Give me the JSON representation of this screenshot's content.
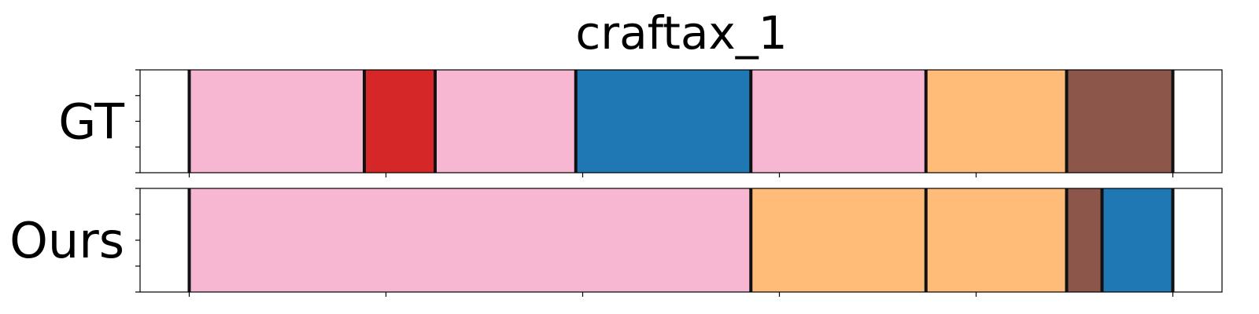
{
  "chart_data": {
    "type": "segmentation-timeline",
    "title": "craftax_1",
    "xlim": [
      0,
      1.1
    ],
    "ylim": [
      0,
      1
    ],
    "boundary_color": "#111111",
    "rows": [
      {
        "label": "GT",
        "segments": [
          {
            "start": 0.05,
            "end": 0.228,
            "color": "#f7b6d2"
          },
          {
            "start": 0.228,
            "end": 0.3,
            "color": "#d62728"
          },
          {
            "start": 0.3,
            "end": 0.443,
            "color": "#f7b6d2"
          },
          {
            "start": 0.443,
            "end": 0.621,
            "color": "#1f77b4"
          },
          {
            "start": 0.621,
            "end": 0.799,
            "color": "#f7b6d2"
          },
          {
            "start": 0.799,
            "end": 0.942,
            "color": "#ffbb78"
          },
          {
            "start": 0.942,
            "end": 1.05,
            "color": "#8c564b"
          }
        ]
      },
      {
        "label": "Ours",
        "segments": [
          {
            "start": 0.05,
            "end": 0.621,
            "color": "#f7b6d2"
          },
          {
            "start": 0.621,
            "end": 0.799,
            "color": "#ffbb78"
          },
          {
            "start": 0.799,
            "end": 0.942,
            "color": "#ffbb78"
          },
          {
            "start": 0.942,
            "end": 0.978,
            "color": "#8c564b"
          },
          {
            "start": 0.978,
            "end": 1.05,
            "color": "#1f77b4"
          }
        ]
      }
    ],
    "x_ticks": [
      0.05,
      0.25,
      0.45,
      0.65,
      0.85,
      1.05
    ],
    "y_ticks": [
      0,
      0.25,
      0.5,
      0.75,
      1
    ]
  }
}
